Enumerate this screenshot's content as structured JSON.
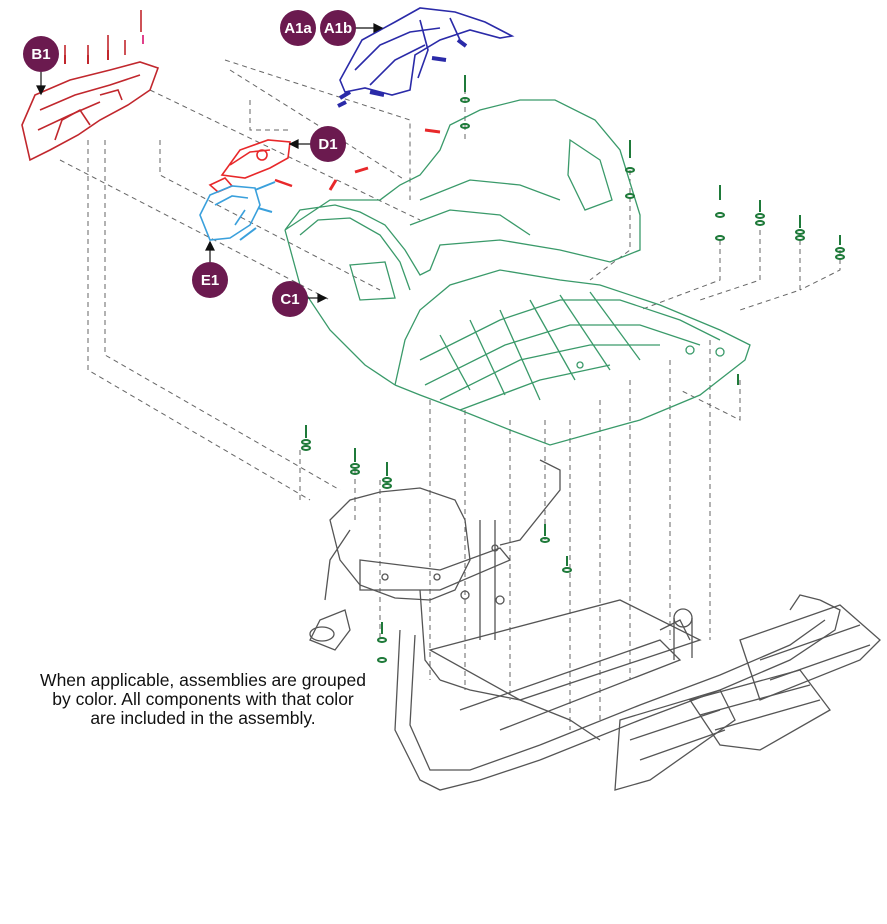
{
  "callouts": {
    "a1a": "A1a",
    "a1b": "A1b",
    "b1": "B1",
    "c1": "C1",
    "d1": "D1",
    "e1": "E1"
  },
  "note": {
    "line1": "When applicable, assemblies are grouped",
    "line2": "by color. All components with that color",
    "line3": "are included in the assembly."
  },
  "colors": {
    "callout": "#6b1a4f",
    "assembly_a": "#2a2aa8",
    "assembly_b": "#c1272d",
    "assembly_c": "#3a9a6a",
    "assembly_d": "#e8282a",
    "assembly_e": "#3aa0dc",
    "frame": "#555555",
    "hardware": "#1f7a3a"
  }
}
